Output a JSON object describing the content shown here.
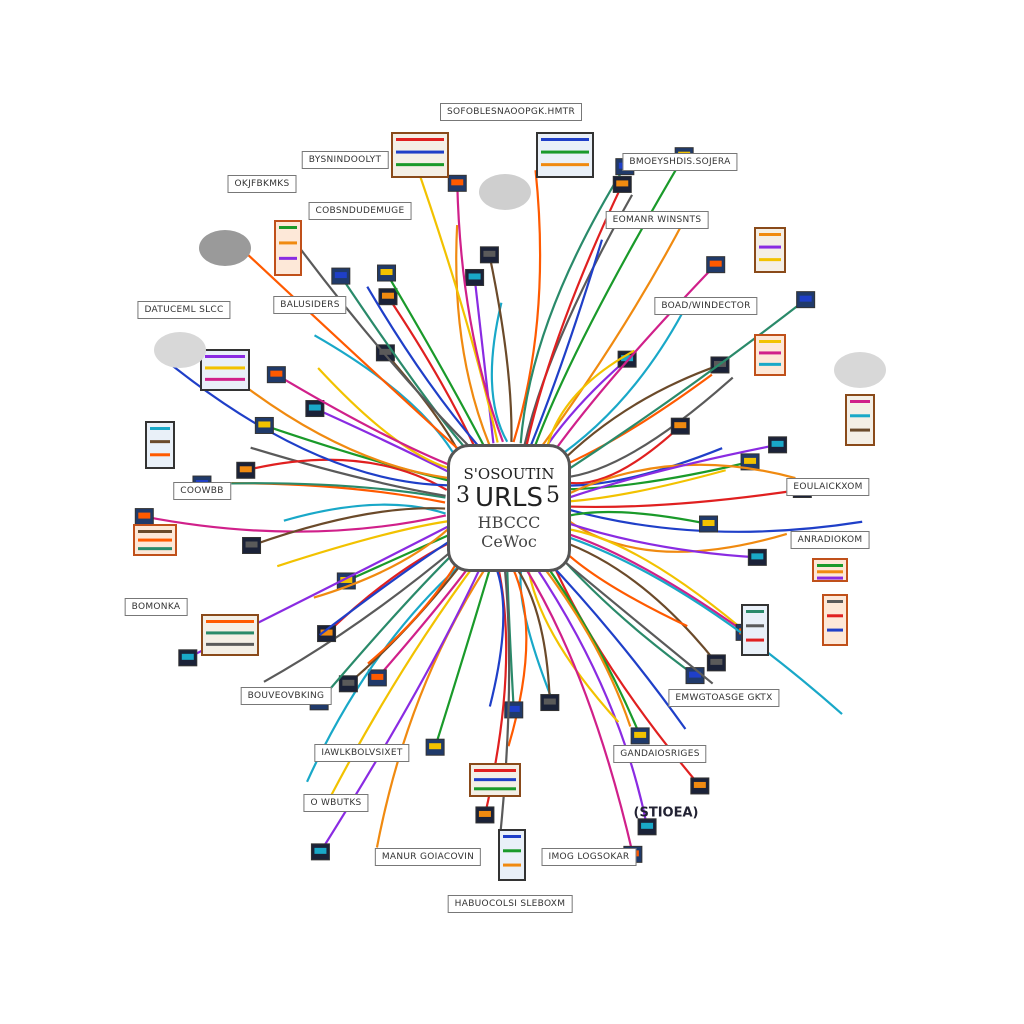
{
  "hub": {
    "line1": "S'OSOUTIN",
    "line2": "URLS",
    "line3": "HBCCC",
    "line4": "CeWoc",
    "side_left": "3",
    "side_right": "5"
  },
  "labels": [
    "SOFOBLESNAOOPGK.HMTR",
    "BYSNINDOOLYT",
    "OKJFBKMKS",
    "COBSNDUDEMUGE",
    "BMOEYSHDIS.SOJERA",
    "EOMANR WINSNTS",
    "BOAD/WINDECTOR",
    "DATUCEML SLCC",
    "BALUSIDERS",
    "COOWBB",
    "EOULAICKXOM",
    "ANRADIOKOM",
    "BOMONKA",
    "BOUVEOVBKING",
    "EMWGTOASGE GKTX",
    "IAWLKBOLVSIXET",
    "GANDAIOSRIGES",
    "O WBUTKS",
    "MANUR GOIACOVIN",
    "IMOG LOGSOKAR",
    "HABUOCOLSI SLEBOXM"
  ],
  "free_label": "(STIOEA)",
  "palette": [
    "#e02020",
    "#1f3fc8",
    "#1a9a2a",
    "#f08a10",
    "#8a2be2",
    "#f2c200",
    "#d0208a",
    "#19a8c8",
    "#6b4a2a",
    "#ff5a00",
    "#2a8a6a",
    "#5a5a5a"
  ]
}
